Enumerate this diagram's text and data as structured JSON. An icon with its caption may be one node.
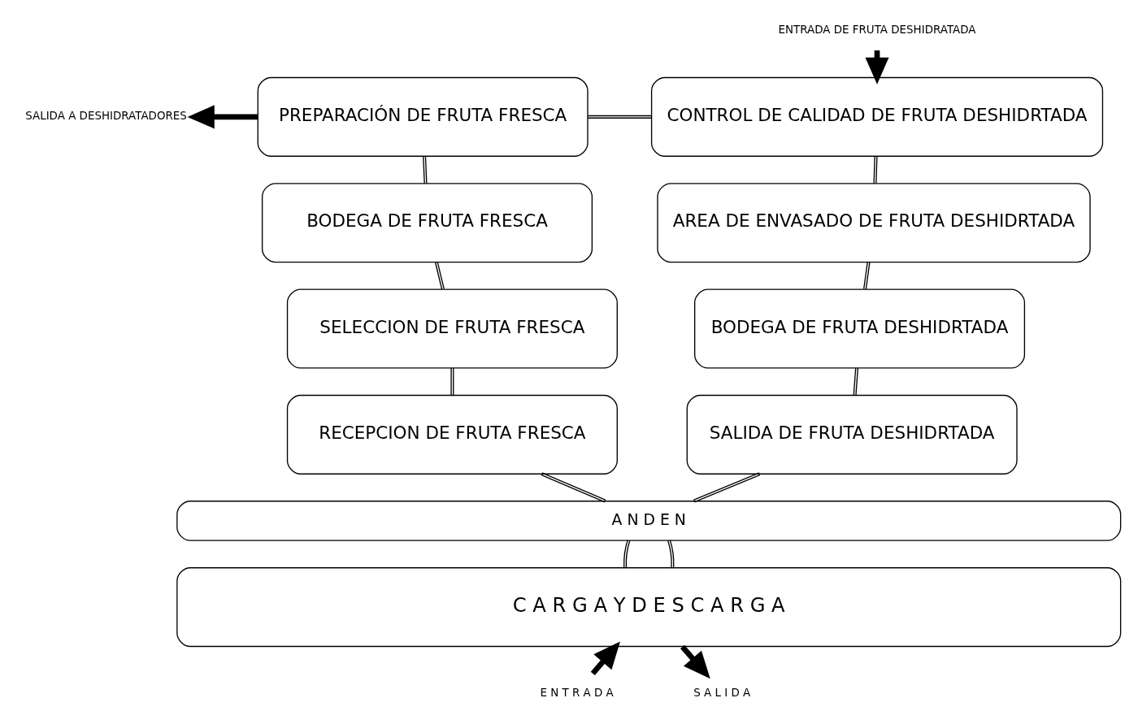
{
  "diagram": {
    "nodes": [
      {
        "text": [
          "PREPARACIÓN DE FRUTA FRESCA"
        ]
      },
      {
        "text": [
          "CONTROL DE CALIDAD DE FRUTA DESHIDRTADA"
        ]
      },
      {
        "text": [
          "BODEGA DE FRUTA FRESCA"
        ]
      },
      {
        "text": [
          "AREA DE ENVASADO DE FRUTA DESHIDRTADA"
        ]
      },
      {
        "text": [
          "SELECCION DE FRUTA FRESCA"
        ]
      },
      {
        "text": [
          "BODEGA DE FRUTA DESHIDRTADA"
        ]
      },
      {
        "text": [
          "RECEPCION DE FRUTA FRESCA"
        ]
      },
      {
        "text": [
          "SALIDA DE FRUTA DESHIDRTADA"
        ]
      },
      {
        "text": [
          "A N D E N"
        ]
      },
      {
        "text": [
          "C A R G A Y D E S C A R G A"
        ]
      },
      {
        "text": [
          "SALIDA A DESHIDRATADORES"
        ]
      },
      {
        "text": [
          "ENTRADA DE FRUTA DESHIDRATADA"
        ]
      },
      {
        "text": [
          "E N T R A D A"
        ]
      },
      {
        "text": [
          "S A L I D A"
        ]
      }
    ],
    "edges": [
      {
        "from": 0,
        "to": 1,
        "arrow": "none"
      },
      {
        "from": 0,
        "to": 2,
        "arrow": "none"
      },
      {
        "from": 2,
        "to": 4,
        "arrow": "none"
      },
      {
        "from": 4,
        "to": 6,
        "arrow": "none"
      },
      {
        "from": 6,
        "to": 8,
        "arrow": "none"
      },
      {
        "from": 8,
        "to": 9,
        "arrow": "none"
      },
      {
        "from": 1,
        "to": 3,
        "arrow": "none"
      },
      {
        "from": 3,
        "to": 5,
        "arrow": "none"
      },
      {
        "from": 5,
        "to": 7,
        "arrow": "none"
      },
      {
        "from": 7,
        "to": 8,
        "arrow": "none"
      },
      {
        "from": 8,
        "to": 9,
        "arrow": "none"
      },
      {
        "from": 0,
        "to": 10,
        "arrow": "to",
        "style": "thick"
      },
      {
        "from": 11,
        "to": 1,
        "arrow": "to",
        "style": "thick"
      },
      {
        "from": 12,
        "to": 9,
        "arrow": "to",
        "style": "thick"
      },
      {
        "from": 9,
        "to": 13,
        "arrow": "to",
        "style": "thick"
      }
    ]
  }
}
